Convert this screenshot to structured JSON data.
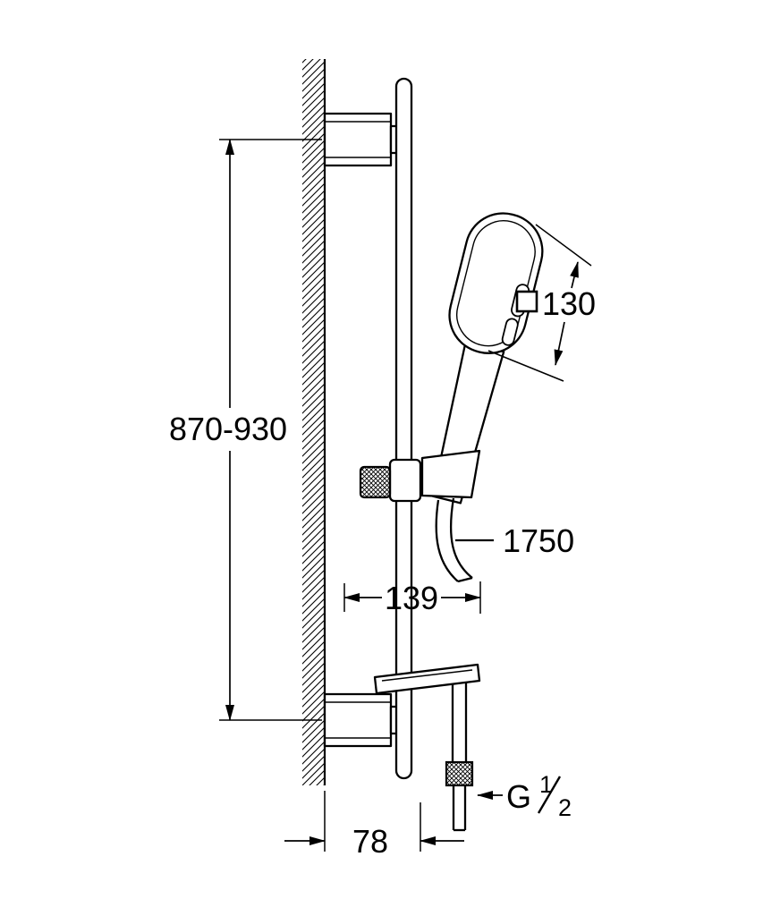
{
  "drawing": {
    "dimensions": {
      "height_range": "870-930",
      "head_size": "130",
      "hose_length": "1750",
      "horizontal_offset": "139",
      "wall_distance": "78"
    },
    "thread": {
      "letter": "G",
      "numerator": "1",
      "denominator": "2"
    },
    "icons": {
      "head_size_symbol": "square-outline"
    },
    "colors": {
      "line": "#000000",
      "background": "#ffffff"
    }
  }
}
